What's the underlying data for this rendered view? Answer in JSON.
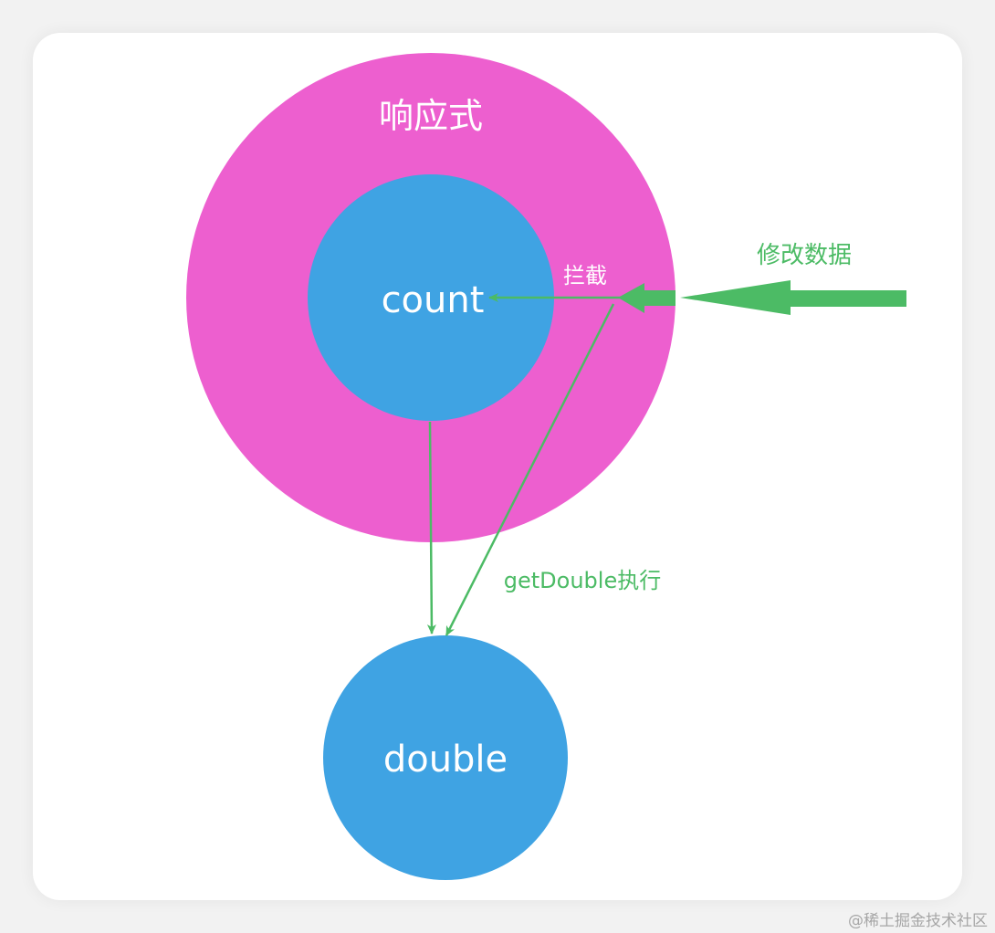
{
  "diagram": {
    "outer_label": "响应式",
    "inner_label": "count",
    "target_label": "double",
    "intercept_label": "拦截",
    "modify_label": "修改数据",
    "exec_label": "getDouble执行"
  },
  "watermark": "@稀土掘金技术社区",
  "colors": {
    "outer_circle": "#ed5fcf",
    "inner_circle": "#3fa3e3",
    "arrow": "#4cbb65",
    "white_text": "#ffffff",
    "green_text": "#4cbb65"
  }
}
